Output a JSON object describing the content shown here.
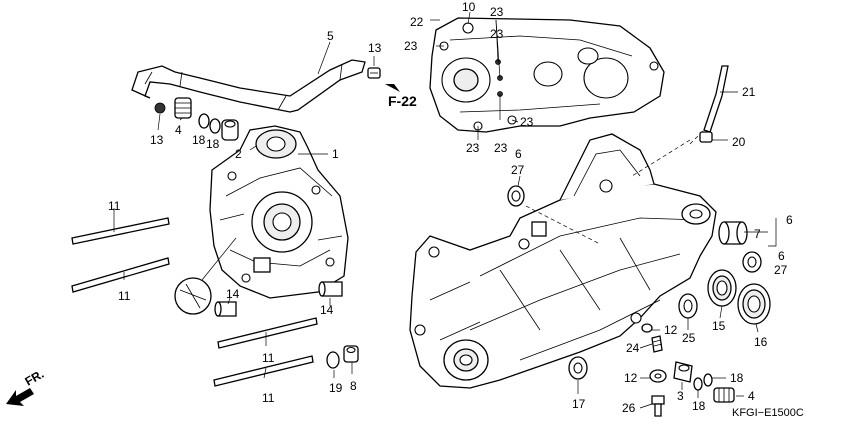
{
  "callouts": {
    "c1": "1",
    "c2": "2",
    "c3": "3",
    "c4a": "4",
    "c4b": "4",
    "c5": "5",
    "c6a": "6",
    "c6b": "6",
    "c6c": "6",
    "c7": "7",
    "c8": "8",
    "c10": "10",
    "c11a": "11",
    "c11b": "11",
    "c11c": "11",
    "c11d": "11",
    "c12a": "12",
    "c12b": "12",
    "c13a": "13",
    "c13b": "13",
    "c14a": "14",
    "c14b": "14",
    "c15": "15",
    "c16": "16",
    "c17": "17",
    "c18a": "18",
    "c18b": "18",
    "c18c": "18",
    "c18d": "18",
    "c19": "19",
    "c20": "20",
    "c21": "21",
    "c22": "22",
    "c23a": "23",
    "c23b": "23",
    "c23c": "23",
    "c23d": "23",
    "c23e": "23",
    "c23f": "23",
    "c24": "24",
    "c25": "25",
    "c26": "26",
    "c27a": "27",
    "c27b": "27"
  },
  "reference": "F-22",
  "direction": "FR.",
  "diagram_code": "KFGI−E1500C"
}
